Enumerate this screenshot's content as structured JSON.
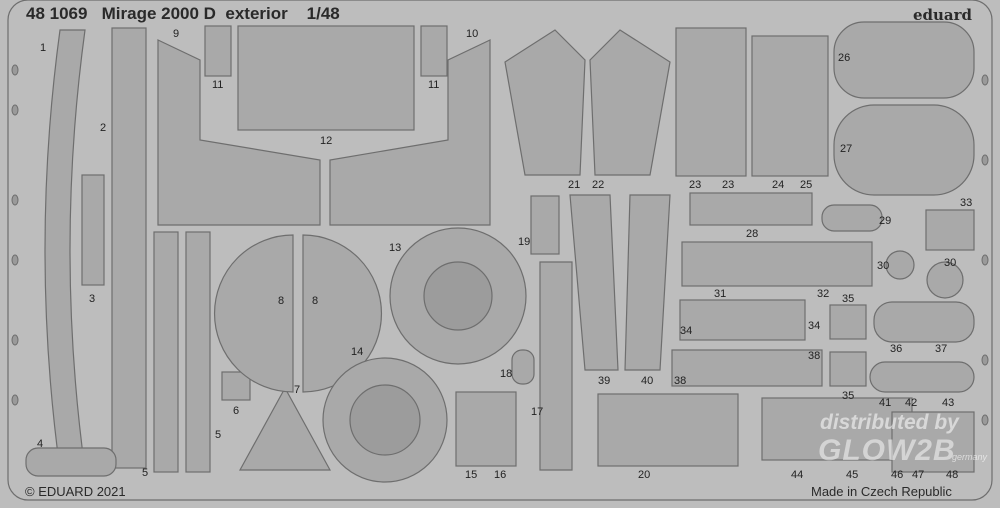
{
  "header": {
    "title": "48 1069   Mirage 2000 D  exterior    1/48",
    "brand": "eduard"
  },
  "footer": {
    "copyright": "© EDUARD 2021",
    "origin": "Made in Czech Republic"
  },
  "watermark": {
    "line1": "distributed by",
    "line2": "GLOW2B",
    "line3": "germany"
  },
  "part_numbers": [
    "1",
    "2",
    "3",
    "4",
    "5",
    "5",
    "6",
    "7",
    "8",
    "8",
    "9",
    "10",
    "11",
    "11",
    "12",
    "13",
    "14",
    "15",
    "16",
    "17",
    "18",
    "19",
    "20",
    "21",
    "22",
    "23",
    "23",
    "24",
    "25",
    "26",
    "27",
    "28",
    "29",
    "30",
    "30",
    "31",
    "32",
    "33",
    "34",
    "34",
    "35",
    "35",
    "36",
    "37",
    "38",
    "38",
    "39",
    "40",
    "41",
    "42",
    "43",
    "44",
    "45",
    "46",
    "47",
    "48"
  ],
  "colors": {
    "sheet": "#bdbdbd",
    "part": "#a9a9a9",
    "outline": "#6e6e6e"
  }
}
